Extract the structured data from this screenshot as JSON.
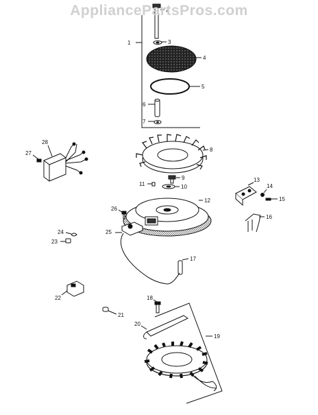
{
  "watermark": "AppliancePartsPros.com",
  "callouts": {
    "c1": "1",
    "c2": "2",
    "c3": "3",
    "c4": "4",
    "c5": "5",
    "c6": "6",
    "c7": "7",
    "c8": "8",
    "c9": "9",
    "c10": "10",
    "c11": "11",
    "c12": "12",
    "c13": "13",
    "c14": "14",
    "c15": "15",
    "c16": "16",
    "c17": "17",
    "c18": "18",
    "c19": "19",
    "c20": "20",
    "c21": "21",
    "c22": "22",
    "c23": "23",
    "c24": "24",
    "c25": "25",
    "c26": "26",
    "c27": "27",
    "c28": "28"
  },
  "colors": {
    "line": "#111111",
    "watermark": "#d0d0d0",
    "background": "#ffffff"
  }
}
